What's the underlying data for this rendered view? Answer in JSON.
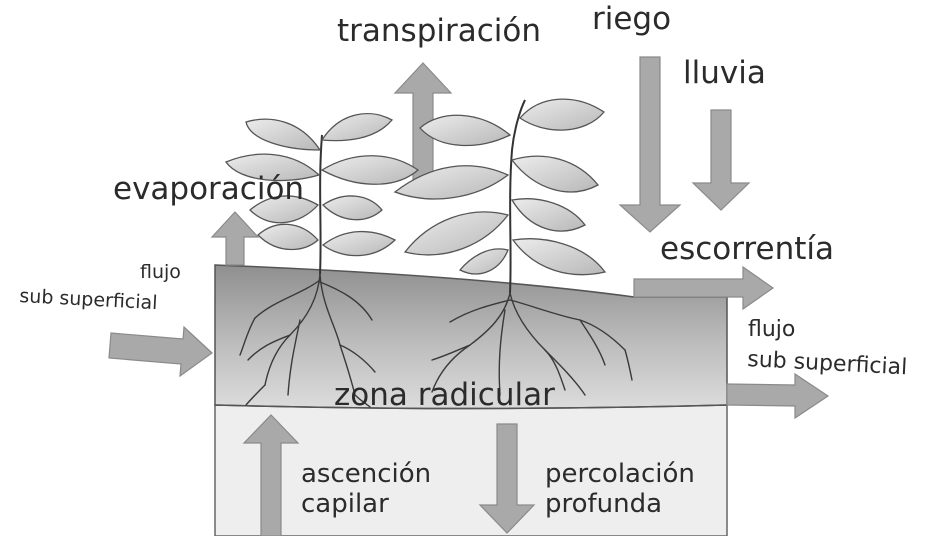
{
  "labels": {
    "transpiration": "transpiración",
    "irrigation": "riego",
    "rain": "lluvia",
    "evaporation": "evaporación",
    "runoff": "escorrentía",
    "subsurface_in_line1": "flujo",
    "subsurface_in_line2": "sub superficial",
    "subsurface_out_line1": "flujo",
    "subsurface_out_line2": "sub superficial",
    "root_zone": "zona radicular",
    "capillary_rise_line1": "ascención",
    "capillary_rise_line2": "capilar",
    "deep_percolation_line1": "percolación",
    "deep_percolation_line2": "profunda"
  },
  "colors": {
    "arrow_fill": "#a9a9a9",
    "arrow_stroke": "#8a8a8a",
    "soil_top": "#8f8f8f",
    "soil_bottom": "#dcdcdc",
    "subsoil": "#eeeeee",
    "leaf_fill": "#d6d6d6",
    "leaf_stroke": "#555555",
    "root_stroke": "#3a3a3a",
    "text": "#2b2b2b"
  }
}
